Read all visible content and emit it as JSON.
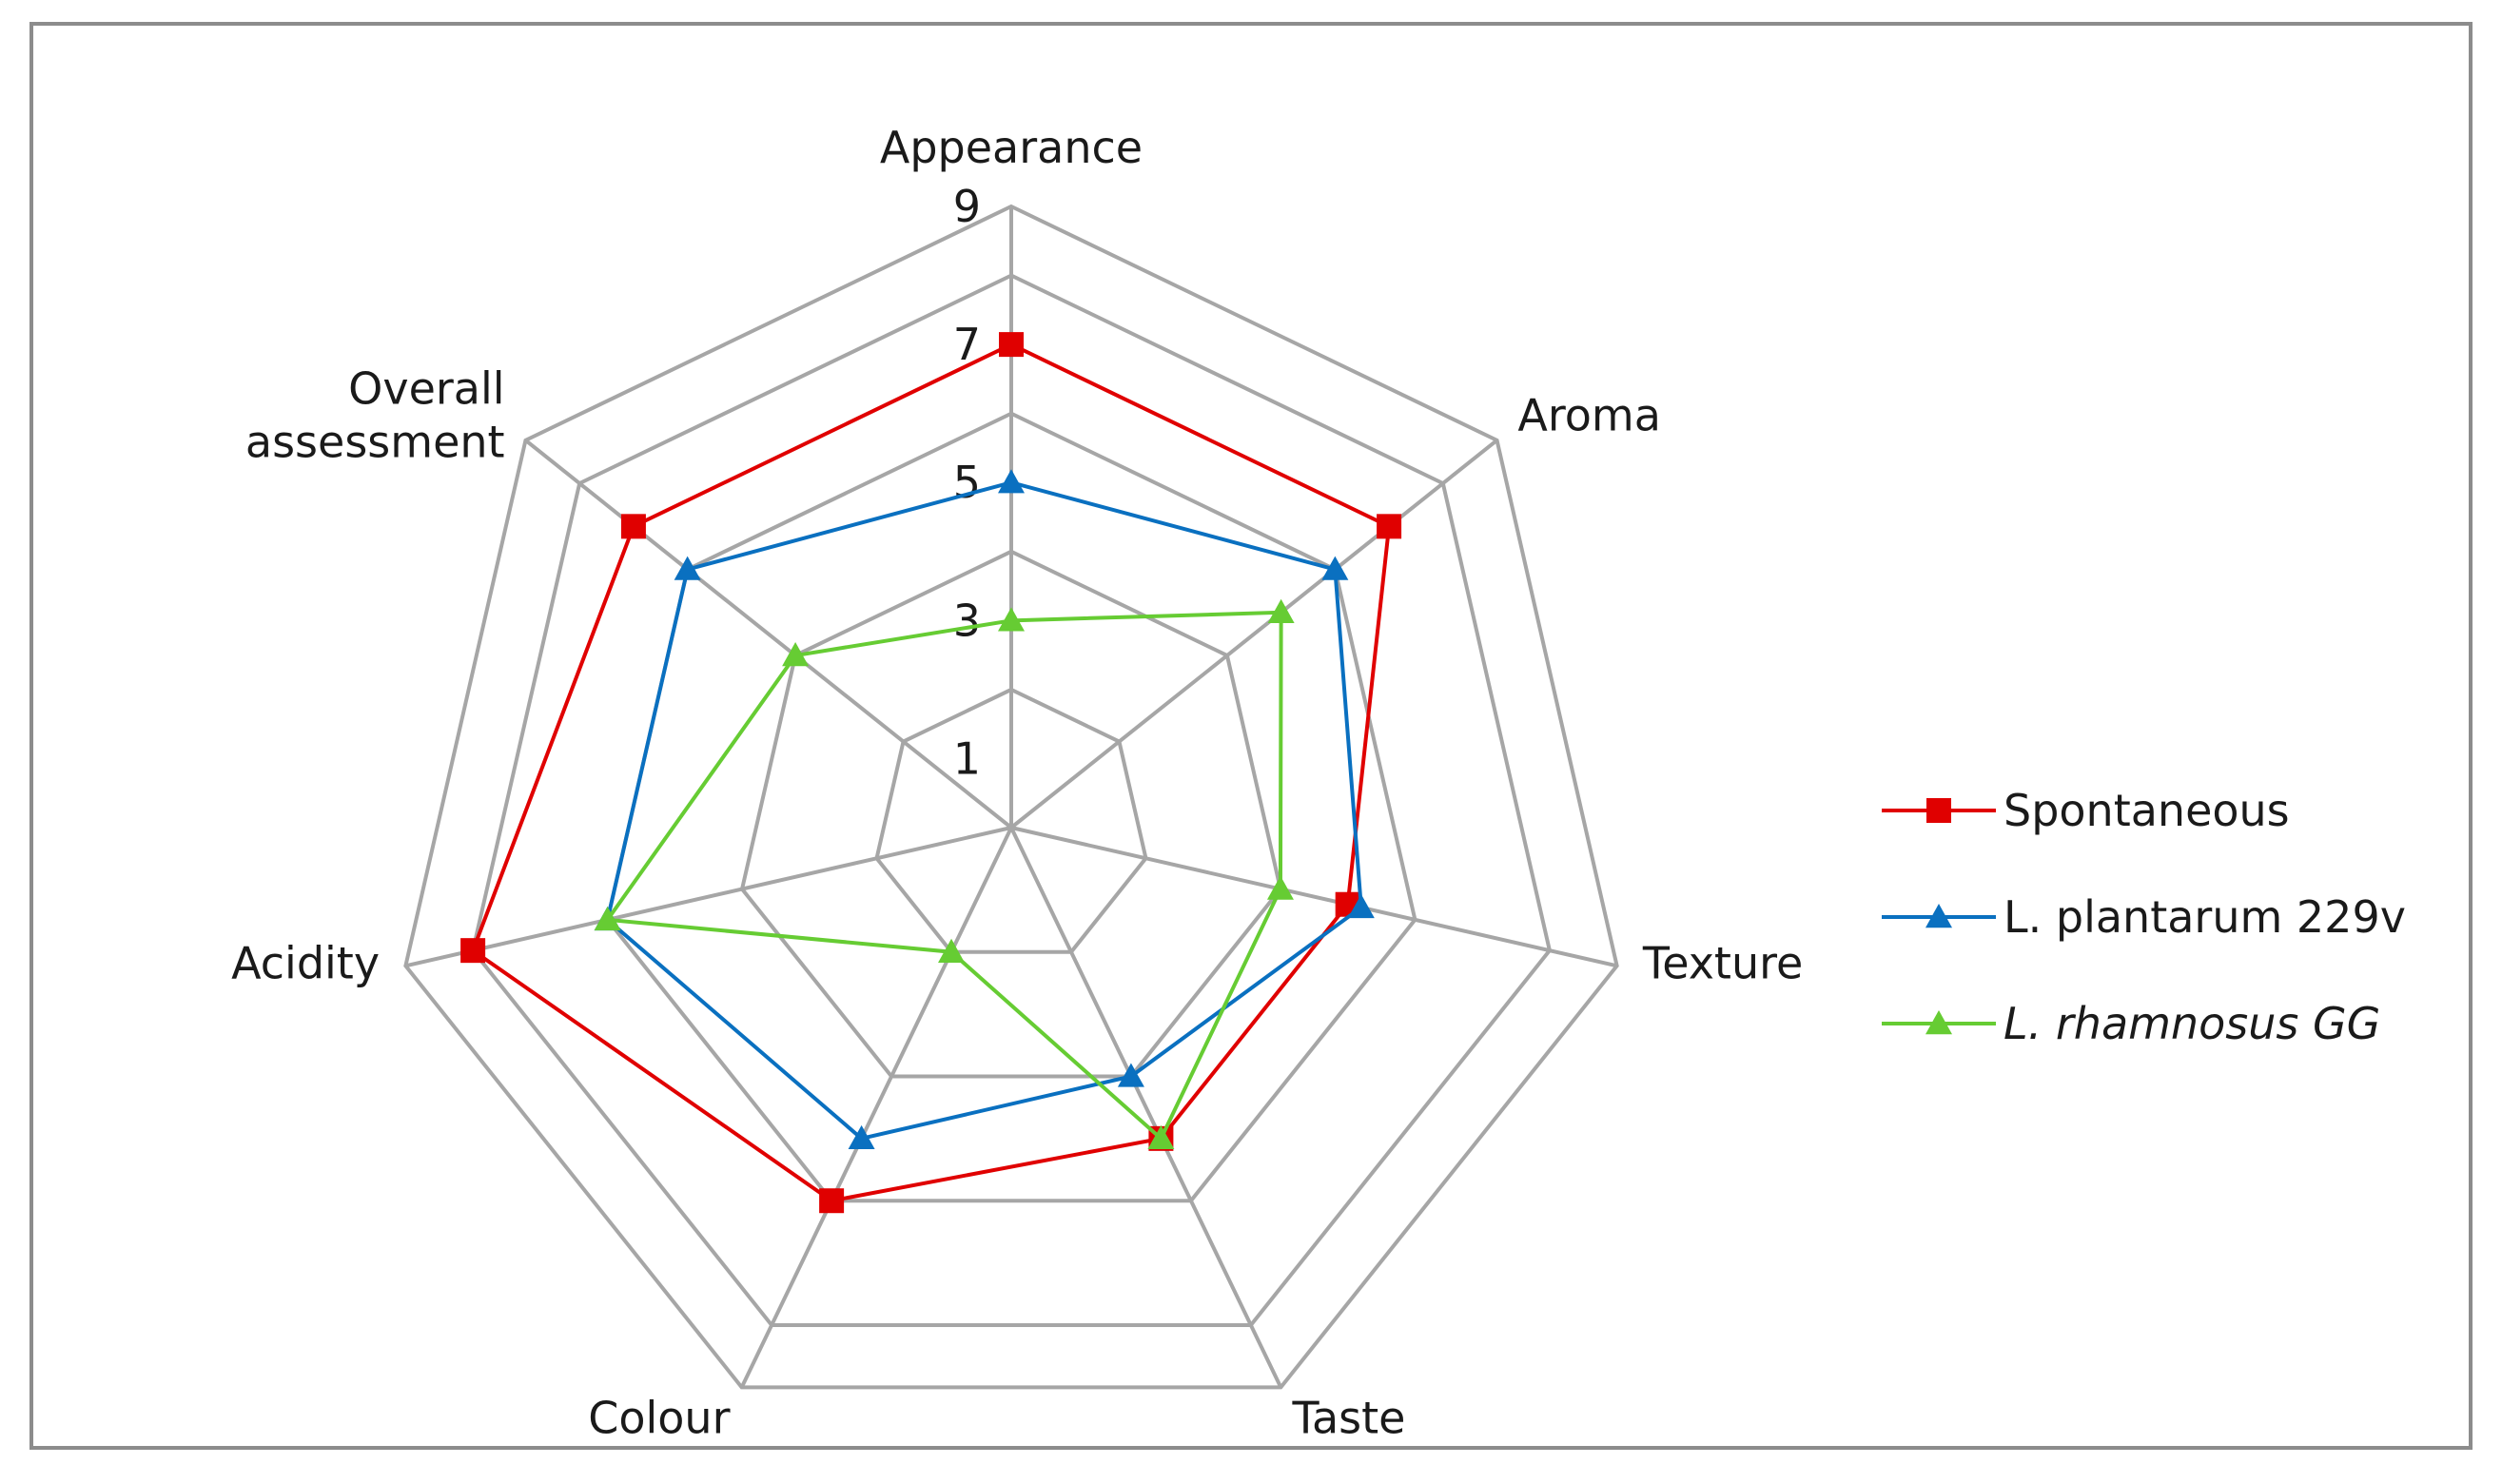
{
  "chart_data": {
    "type": "radar",
    "categories": [
      "Appearance",
      "Aroma",
      "Texture",
      "Taste",
      "Colour",
      "Acidity",
      "Overall assessment"
    ],
    "category_lines": [
      [
        "Appearance"
      ],
      [
        "Aroma"
      ],
      [
        "Texture"
      ],
      [
        "Taste"
      ],
      [
        "Colour"
      ],
      [
        "Acidity"
      ],
      [
        "Overall",
        "assessment"
      ]
    ],
    "rlim": [
      0,
      9
    ],
    "ticks": [
      1,
      3,
      5,
      7,
      9
    ],
    "gridlines": [
      0,
      2,
      4,
      6,
      8,
      9
    ],
    "series": [
      {
        "name": "Spontaneous",
        "color": "#e00000",
        "marker": "square",
        "italic": false,
        "values": [
          7.0,
          7.0,
          5.0,
          5.0,
          6.0,
          8.0,
          7.0
        ]
      },
      {
        "name": "L. plantarum 229v",
        "color": "#0a70c0",
        "marker": "triangle",
        "italic": false,
        "values": [
          5.0,
          6.0,
          5.2,
          4.0,
          5.0,
          6.0,
          6.0
        ]
      },
      {
        "name": "L. rhamnosus GG",
        "color": "#66cc33",
        "marker": "triangle",
        "italic": true,
        "values": [
          3.0,
          5.0,
          4.0,
          5.0,
          2.0,
          6.0,
          4.0
        ]
      }
    ],
    "legend_position": "right",
    "grid_color": "#a6a6a6"
  }
}
